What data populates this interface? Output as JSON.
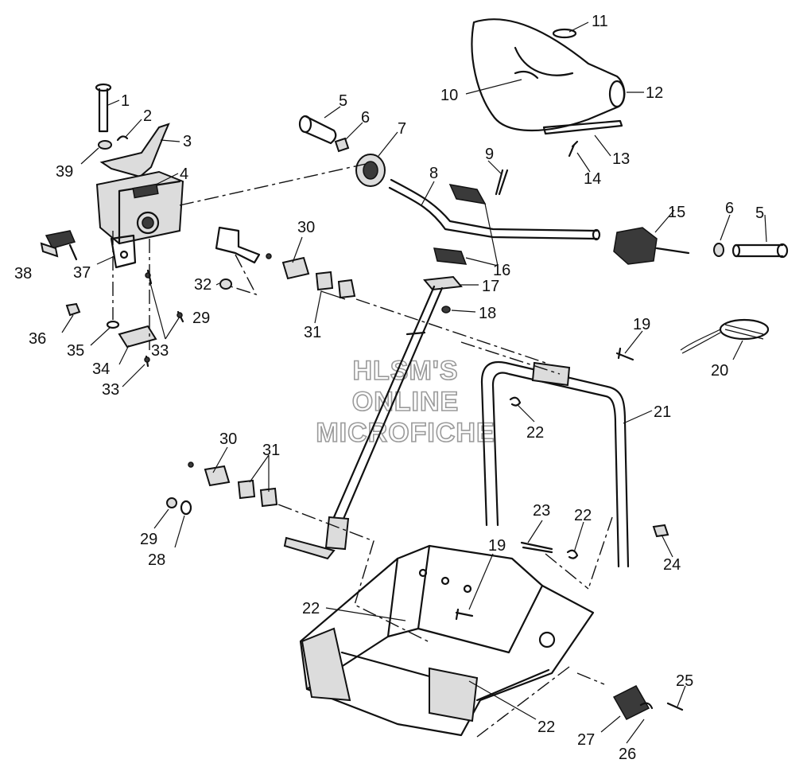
{
  "watermark": {
    "line1": "HLSM'S",
    "line2": "ONLINE",
    "line3": "MICROFICHE"
  },
  "callouts": [
    "1",
    "2",
    "3",
    "39",
    "4",
    "38",
    "37",
    "36",
    "35",
    "34",
    "33",
    "33",
    "5",
    "6",
    "7",
    "8",
    "9",
    "10",
    "11",
    "12",
    "13",
    "14",
    "15",
    "6",
    "5",
    "16",
    "17",
    "18",
    "19",
    "20",
    "21",
    "22",
    "30",
    "32",
    "29",
    "31",
    "30",
    "31",
    "29",
    "28",
    "22",
    "23",
    "22",
    "24",
    "19",
    "22",
    "22",
    "25",
    "27",
    "26"
  ]
}
